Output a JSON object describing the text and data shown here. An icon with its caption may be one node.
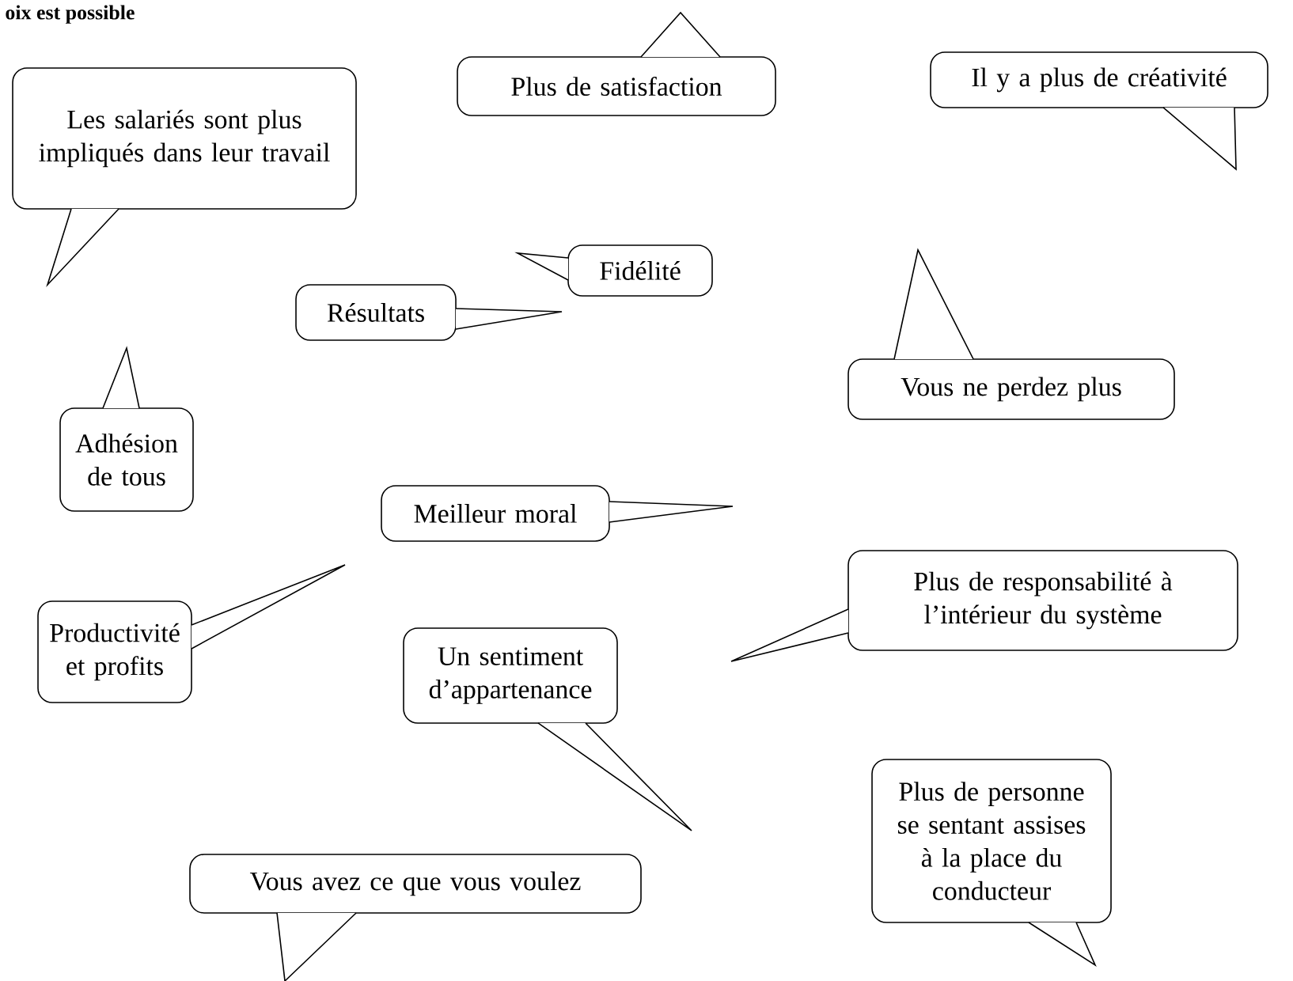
{
  "diagram": {
    "title": "oix est possible",
    "nodes": [
      {
        "text": [
          "Les salariés sont plus impliqués dans leur travail"
        ]
      },
      {
        "text": [
          "Plus de satisfaction"
        ]
      },
      {
        "text": [
          "Il y a plus de créativité"
        ]
      },
      {
        "text": [
          "Fidélité"
        ]
      },
      {
        "text": [
          "Résultats"
        ]
      },
      {
        "text": [
          "Vous ne perdez plus"
        ]
      },
      {
        "text": [
          "Adhésion de tous"
        ]
      },
      {
        "text": [
          "Meilleur moral"
        ]
      },
      {
        "text": [
          "Plus de responsabilité à l’intérieur du système"
        ]
      },
      {
        "text": [
          "Productivité et profits"
        ]
      },
      {
        "text": [
          "Un sentiment d’appartenance"
        ]
      },
      {
        "text": [
          "Plus de personne se sentant assises à la place du conducteur"
        ]
      },
      {
        "text": [
          "Vous avez ce que vous voulez"
        ]
      }
    ]
  }
}
